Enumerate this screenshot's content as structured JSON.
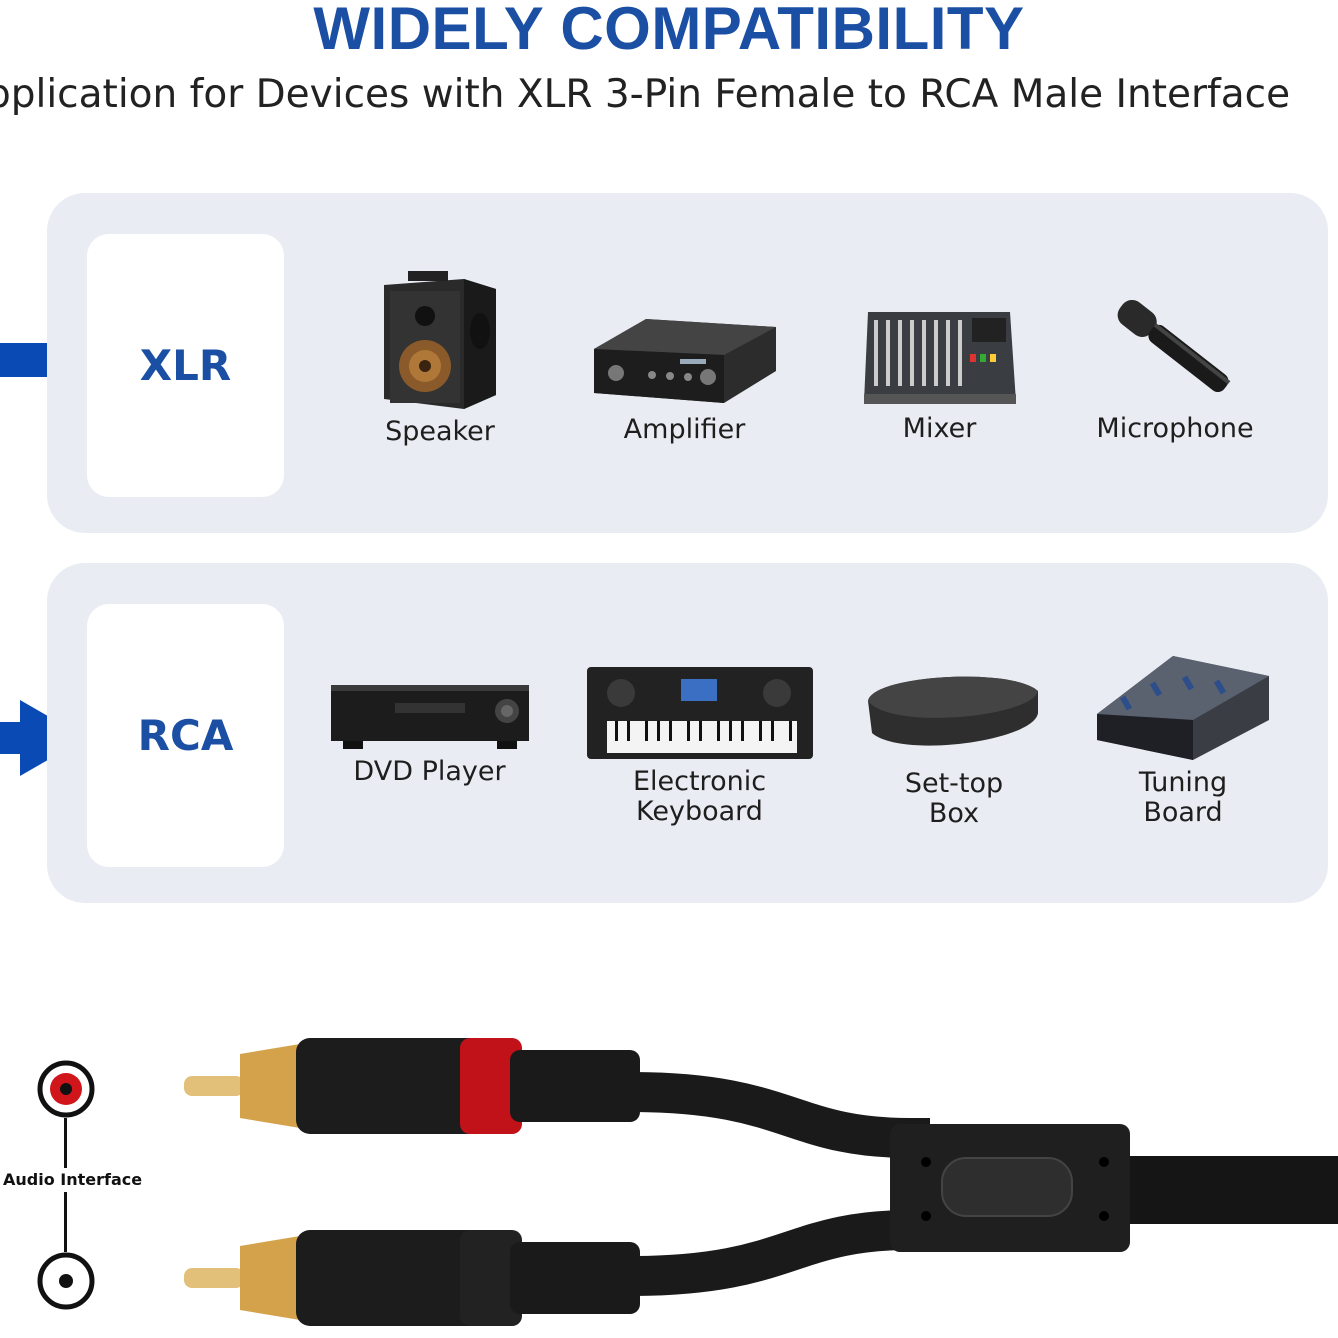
{
  "header": {
    "title": "WIDELY COMPATIBILITY",
    "subtitle": "pplication for Devices with XLR 3-Pin Female to RCA Male Interface"
  },
  "xlr_panel": {
    "tag": "XLR",
    "devices": [
      {
        "label": "Speaker",
        "icon": "speaker-icon"
      },
      {
        "label": "Amplifier",
        "icon": "amplifier-icon"
      },
      {
        "label": "Mixer",
        "icon": "mixer-icon"
      },
      {
        "label": "Microphone",
        "icon": "microphone-icon"
      }
    ]
  },
  "rca_panel": {
    "tag": "RCA",
    "devices": [
      {
        "label": "DVD Player",
        "icon": "dvd-player-icon"
      },
      {
        "label": "Electronic\nKeyboard",
        "icon": "keyboard-icon"
      },
      {
        "label": "Set-top\nBox",
        "icon": "settop-box-icon"
      },
      {
        "label": "Tuning\nBoard",
        "icon": "tuning-board-icon"
      }
    ]
  },
  "diagram": {
    "audio_interface_label": "Audio Interface"
  },
  "colors": {
    "brand_blue": "#1a4fa3",
    "accent_blue": "#0a4ab5",
    "panel_bg": "#e9ecf2",
    "red_jack": "#d0161b"
  }
}
